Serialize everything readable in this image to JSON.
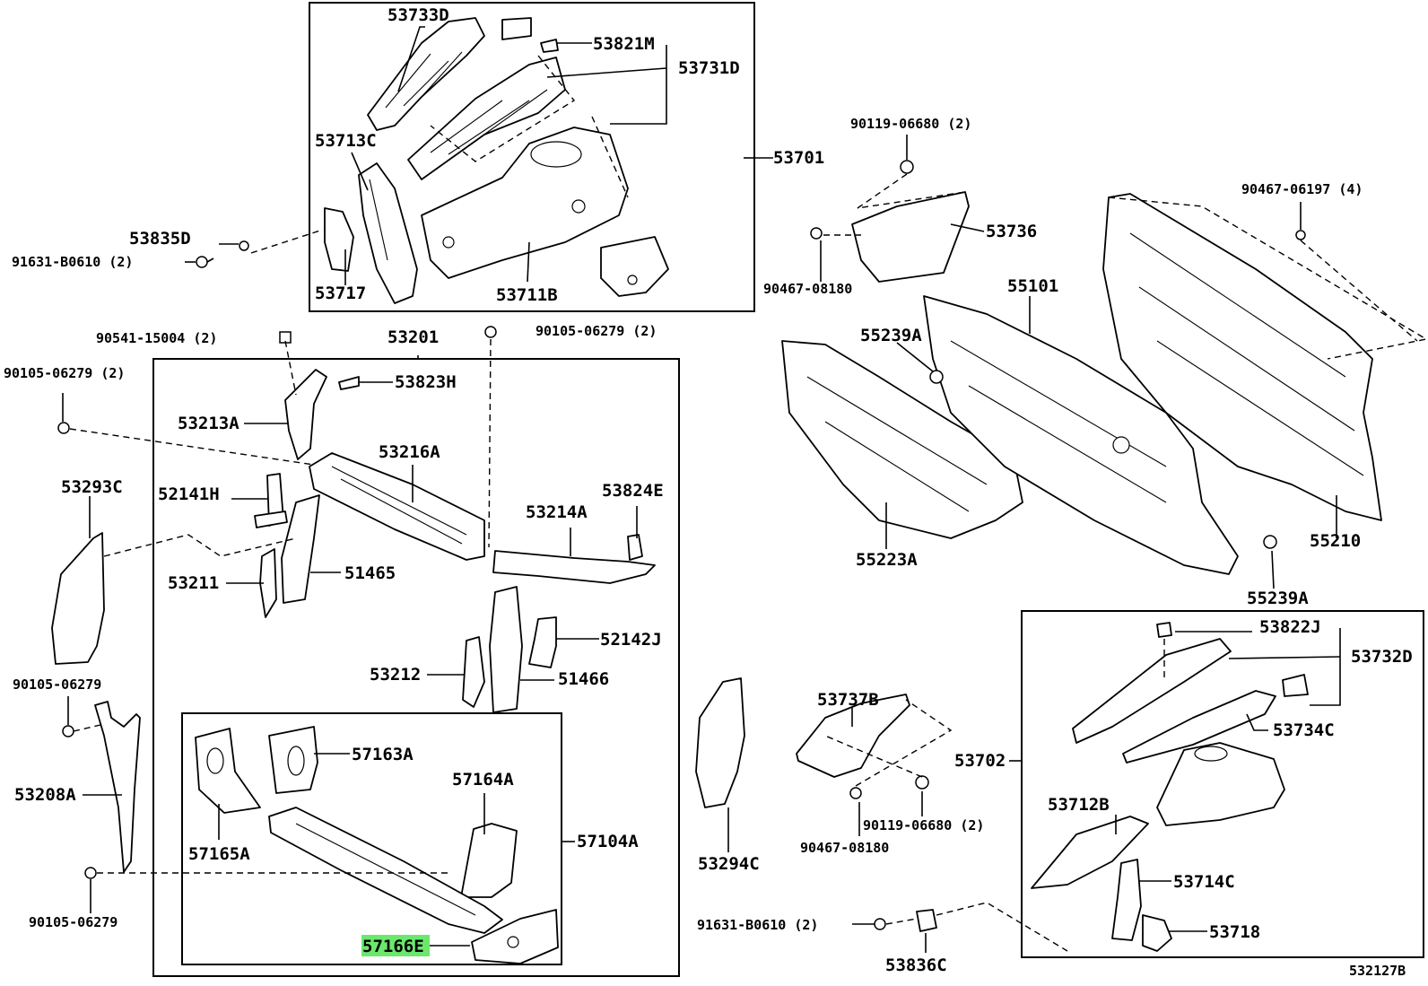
{
  "diagram_id": "532127B",
  "highlighted_part": "57166E",
  "assembly_labels": {
    "a53701": "53701",
    "a53201": "53201",
    "a57104A": "57104A",
    "a53702": "53702"
  },
  "part_labels": {
    "p53733D": "53733D",
    "p53821M": "53821M",
    "p53731D": "53731D",
    "p53713C": "53713C",
    "p53835D": "53835D",
    "p53717": "53717",
    "p53711B": "53711B",
    "p53213A": "53213A",
    "p53823H": "53823H",
    "p53216A": "53216A",
    "p52141H": "52141H",
    "p53824E": "53824E",
    "p53214A": "53214A",
    "p53211": "53211",
    "p51465": "51465",
    "p52142J": "52142J",
    "p53212": "53212",
    "p51466": "51466",
    "p57163A": "57163A",
    "p57164A": "57164A",
    "p57165A": "57165A",
    "p57166E": "57166E",
    "p53293C": "53293C",
    "p53208A": "53208A",
    "p53736": "53736",
    "p55101": "55101",
    "p55239A_top": "55239A",
    "p55223A": "55223A",
    "p55210": "55210",
    "p55239A_bottom": "55239A",
    "p53737B": "53737B",
    "p53294C": "53294C",
    "p53822J": "53822J",
    "p53732D": "53732D",
    "p53734C": "53734C",
    "p53712B": "53712B",
    "p53714C": "53714C",
    "p53718": "53718",
    "p53836C": "53836C"
  },
  "fastener_labels": {
    "f91631_top": "91631-B0610 (2)",
    "f90541": "90541-15004 (2)",
    "f90105_top": "90105-06279 (2)",
    "f90105_left": "90105-06279 (2)",
    "f90105_mid": "90105-06279",
    "f90105_low": "90105-06279",
    "f90119_top": "90119-06680 (2)",
    "f90467_top": "90467-08180",
    "f90467_right": "90467-06197 (4)",
    "f90119_bottom": "90119-06680 (2)",
    "f90467_bottom": "90467-08180",
    "f91631_bottom": "91631-B0610 (2)"
  }
}
